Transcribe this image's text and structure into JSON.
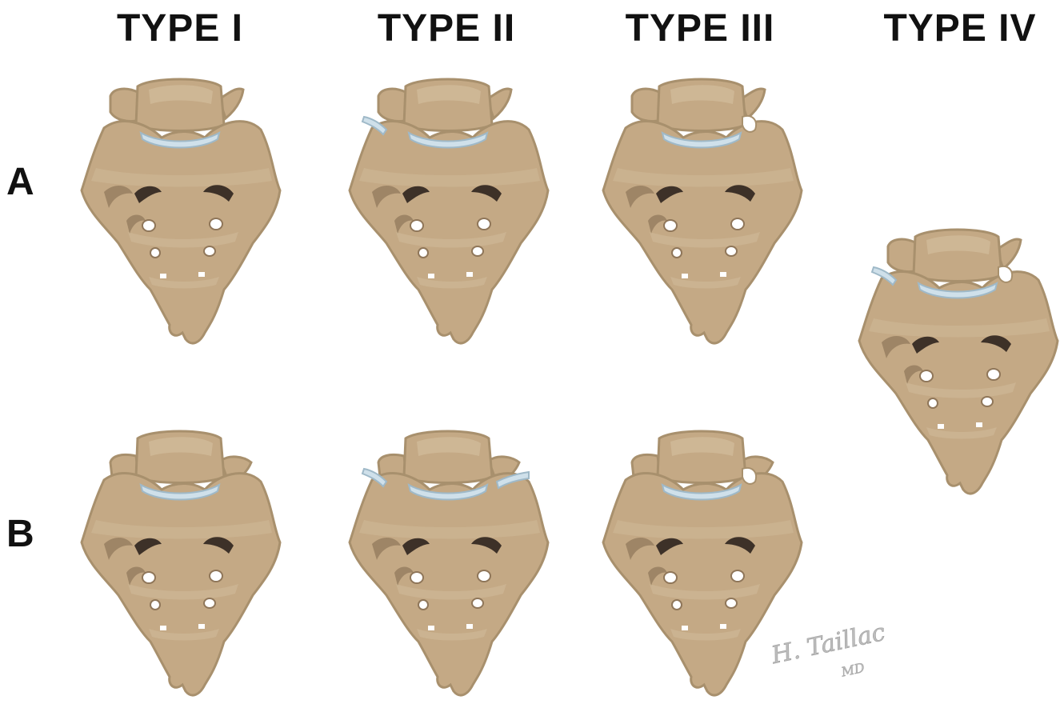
{
  "columns": [
    {
      "label": "TYPE I"
    },
    {
      "label": "TYPE II"
    },
    {
      "label": "TYPE III"
    },
    {
      "label": "TYPE IV"
    }
  ],
  "rows": [
    {
      "label": "A"
    },
    {
      "label": "B"
    }
  ],
  "signature": {
    "line1": "H. Taillac",
    "line2": "MD"
  },
  "colors": {
    "bone": "#c4a985",
    "bone_outline": "#a8906d",
    "bone_shadow": "#8f7659",
    "bone_highlight": "#d7c2a2",
    "foramen_dark": "#3d3128",
    "disc": "#cfe0ea",
    "disc_outline": "#9fb9c8",
    "signature": "#bdbdbd"
  }
}
